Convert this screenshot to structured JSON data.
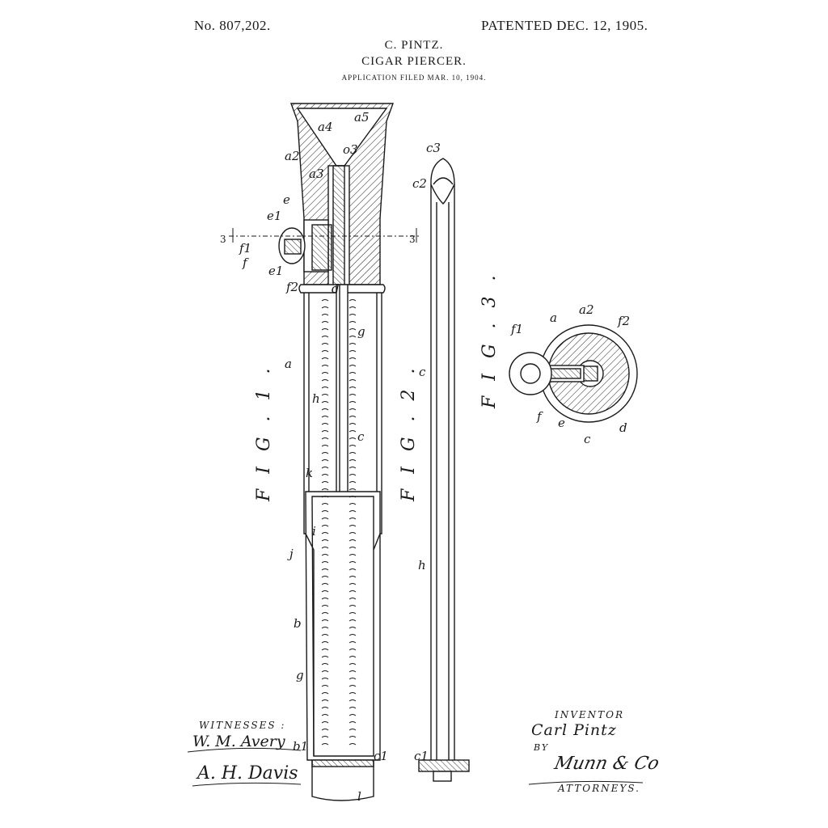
{
  "header": {
    "patent_number": "No. 807,202.",
    "patent_date": "PATENTED DEC. 12, 1905.",
    "inventor_name": "C. PINTZ.",
    "title": "CIGAR PIERCER.",
    "filed": "APPLICATION FILED MAR. 10, 1904."
  },
  "figures": {
    "fig1": "F I G . 1 .",
    "fig2": "F I G . 2 .",
    "fig3": "F I G . 3 ."
  },
  "labels": {
    "a4": "a4",
    "a5": "a5",
    "a3": "a3",
    "a2": "a2",
    "o3": "o3",
    "e": "e",
    "e1": "e1",
    "f1": "f1",
    "f": "f",
    "e1b": "e1",
    "f2": "f2",
    "d": "d",
    "g": "g",
    "a": "a",
    "h": "h",
    "c": "c",
    "k": "k",
    "i": "i",
    "j": "j",
    "b": "b",
    "g2": "g",
    "b1": "b1",
    "c1": "c1",
    "l": "l",
    "section3a": "3",
    "section3b": "3",
    "c3": "c3",
    "c2": "c2",
    "fig2c": "c",
    "fig2h": "h",
    "fig2c1": "c1",
    "fig3f1": "f1",
    "fig3a": "a",
    "fig3a2": "a2",
    "fig3f2": "f2",
    "fig3f": "f",
    "fig3e": "e",
    "fig3c": "c",
    "fig3d": "d"
  },
  "signatures": {
    "witnesses_label": "WITNESSES :",
    "witness1": "W. M. Avery",
    "witness2": "A. H. Davis",
    "inventor_label": "INVENTOR",
    "inventor": "Carl Pintz",
    "by": "BY",
    "attorneys_sig": "Munn & Co",
    "attorneys_label": "ATTORNEYS."
  }
}
